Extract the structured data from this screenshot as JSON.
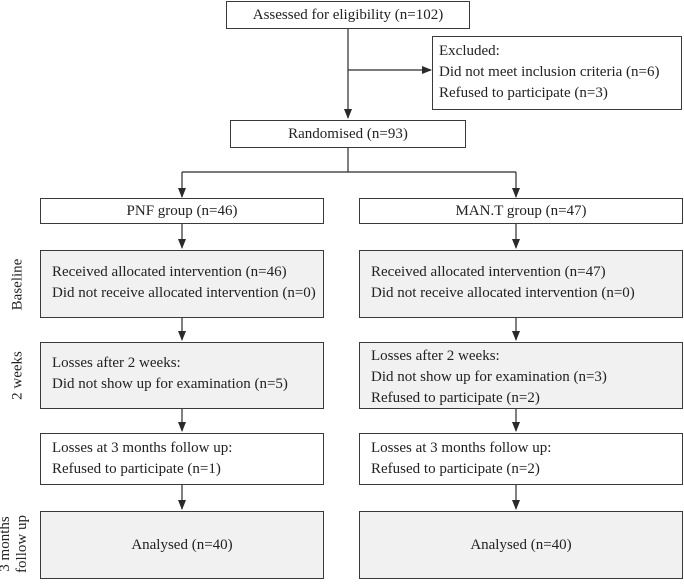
{
  "assessed": "Assessed for eligibility (n=102)",
  "excluded": {
    "title": "Excluded:",
    "lines": [
      "Did not meet inclusion criteria (n=6)",
      "Refused to participate (n=3)"
    ]
  },
  "randomised": "Randomised (n=93)",
  "groups": {
    "left": "PNF group (n=46)",
    "right": "MAN.T group (n=47)"
  },
  "stages": {
    "baseline": "Baseline",
    "two_weeks": "2 weeks",
    "three_months": [
      "3 months",
      "follow up"
    ]
  },
  "baseline": {
    "left": [
      "Received allocated intervention (n=46)",
      "Did not receive allocated intervention (n=0)"
    ],
    "right": [
      "Received allocated intervention (n=47)",
      "Did not receive allocated intervention (n=0)"
    ]
  },
  "two_weeks": {
    "left": [
      "Losses after 2 weeks:",
      "Did not show up for examination (n=5)"
    ],
    "right": [
      "Losses after 2 weeks:",
      "Did not show up for examination (n=3)",
      "Refused to participate (n=2)"
    ]
  },
  "three_months": {
    "left": [
      "Losses at 3 months follow up:",
      "Refused to participate (n=1)"
    ],
    "right": [
      "Losses at 3 months follow up:",
      "Refused to participate (n=2)"
    ]
  },
  "analysed": {
    "left": "Analysed (n=40)",
    "right": "Analysed (n=40)"
  },
  "colors": {
    "border": "#3a3a3a",
    "shade": "#f1f1f1",
    "text": "#222222"
  }
}
